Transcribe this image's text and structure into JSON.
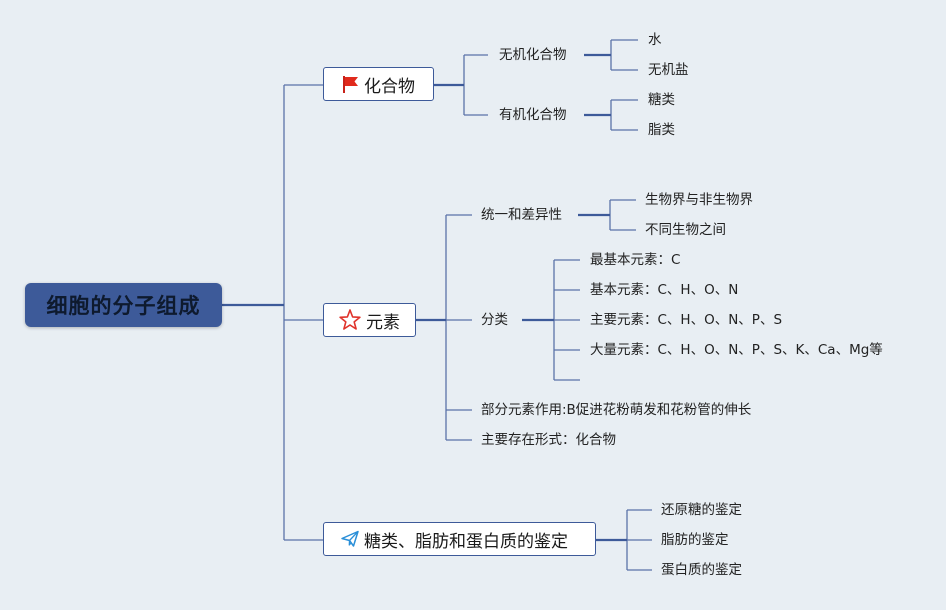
{
  "root": "细胞的分子组成",
  "branches": {
    "compound": {
      "label": "化合物",
      "inorganic": {
        "label": "无机化合物",
        "items": [
          "水",
          "无机盐"
        ]
      },
      "organic": {
        "label": "有机化合物",
        "items": [
          "糖类",
          "脂类"
        ]
      }
    },
    "elements": {
      "label": "元素",
      "unity": {
        "label": "统一和差异性",
        "items": [
          "生物界与非生物界",
          "不同生物之间"
        ]
      },
      "classify": {
        "label": "分类",
        "items": [
          "最基本元素：C",
          "基本元素：C、H、O、N",
          "主要元素：C、H、O、N、P、S",
          "大量元素：C、H、O、N、P、S、K、Ca、Mg等",
          ""
        ]
      },
      "function": "部分元素作用:B促进花粉萌发和花粉管的伸长",
      "form": "主要存在形式：化合物"
    },
    "identify": {
      "label": "糖类、脂肪和蛋白质的鉴定",
      "items": [
        "还原糖的鉴定",
        "脂肪的鉴定",
        "蛋白质的鉴定"
      ]
    }
  },
  "colors": {
    "line": "#3d5a99",
    "root_bg": "#3d5a99",
    "flag": "#e02a1c",
    "star": "#e0322a",
    "plane": "#2a8fd8"
  },
  "icons": {
    "compound": "flag-icon",
    "elements": "star-icon",
    "identify": "paper-plane-icon"
  }
}
